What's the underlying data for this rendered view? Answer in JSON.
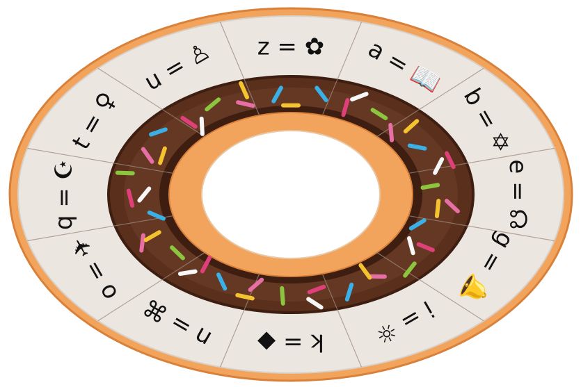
{
  "colors": {
    "background": "#ffffff",
    "dough": "#f2a45c",
    "dough_edge": "#d9803a",
    "icing": "#ece6e1",
    "chocolate": "#5a2f1c",
    "chocolate_dark": "#3e1e10",
    "chocolate_light": "#7a4a32",
    "divider": "#9c8a7e",
    "text": "#111111"
  },
  "sprinkle_colors": [
    "#f4c430",
    "#3ab0e6",
    "#e0407a",
    "#f7f7f7",
    "#8cc63f",
    "#e86ea6"
  ],
  "segments": [
    {
      "label": "a = 📖",
      "icon": "book-icon"
    },
    {
      "label": "b = ✡",
      "icon": "star-of-david-icon"
    },
    {
      "label": "e = ☊",
      "icon": "loop-symbol-icon"
    },
    {
      "label": "g = 🔔",
      "icon": "bell-icon"
    },
    {
      "label": "i = ☼",
      "icon": "sun-icon"
    },
    {
      "label": "k = ◆",
      "icon": "diamond-icon"
    },
    {
      "label": "n = ⌘",
      "icon": "command-key-icon"
    },
    {
      "label": "o = ✈",
      "icon": "airplane-icon"
    },
    {
      "label": "q = ☪",
      "icon": "star-and-crescent-icon"
    },
    {
      "label": "t = ♀",
      "icon": "venus-symbol-icon"
    },
    {
      "label": "u = ♙",
      "icon": "pawn-icon"
    },
    {
      "label": "z = ✿",
      "icon": "flower-icon"
    }
  ]
}
